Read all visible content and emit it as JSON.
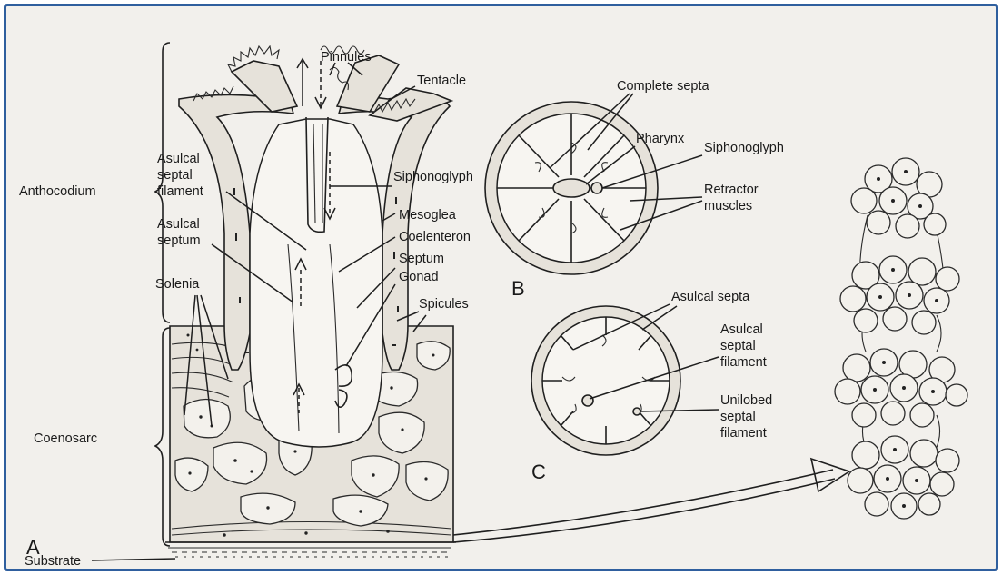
{
  "colors": {
    "frame_border": "#2f5f9e",
    "background": "#f2f0ec",
    "ink": "#1f1f1f"
  },
  "panels": {
    "A": "A",
    "B": "B",
    "C": "C"
  },
  "labels": {
    "pinnules": "Pinnules",
    "tentacle": "Tentacle",
    "anthocodium": "Anthocodium",
    "asulcal_septal_filament_1": "Asulcal",
    "asulcal_septal_filament_2": "septal",
    "asulcal_septal_filament_3": "filament",
    "asulcal_septum_1": "Asulcal",
    "asulcal_septum_2": "septum",
    "solenia": "Solenia",
    "siphonoglyph_a": "Siphonoglyph",
    "mesoglea": "Mesoglea",
    "coelenteron": "Coelenteron",
    "septum": "Septum",
    "gonad": "Gonad",
    "spicules": "Spicules",
    "coenosarc": "Coenosarc",
    "substrate": "Substrate",
    "complete_septa": "Complete septa",
    "pharynx": "Pharynx",
    "siphonoglyph_b": "Siphonoglyph",
    "retractor_1": "Retractor",
    "retractor_2": "muscles",
    "asulcal_septa": "Asulcal septa",
    "c_asulcal_1": "Asulcal",
    "c_asulcal_2": "septal",
    "c_asulcal_3": "filament",
    "unilobed_1": "Unilobed",
    "unilobed_2": "septal",
    "unilobed_3": "filament"
  }
}
